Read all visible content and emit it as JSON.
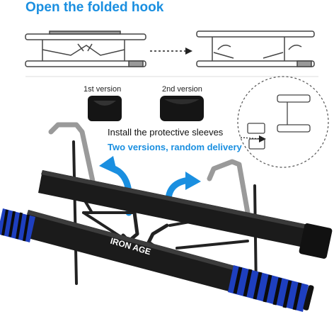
{
  "heading": "Open the folded hook",
  "version_labels": {
    "first": "1st version",
    "second": "2nd version"
  },
  "install_text": "Install the protective sleeves",
  "delivery_text": "Two versions, random delivery",
  "brand_text": "IRON AGE",
  "colors": {
    "accent": "#1a8fe0",
    "bar": "#1b1b1b",
    "grip": "#1e3fbf"
  }
}
